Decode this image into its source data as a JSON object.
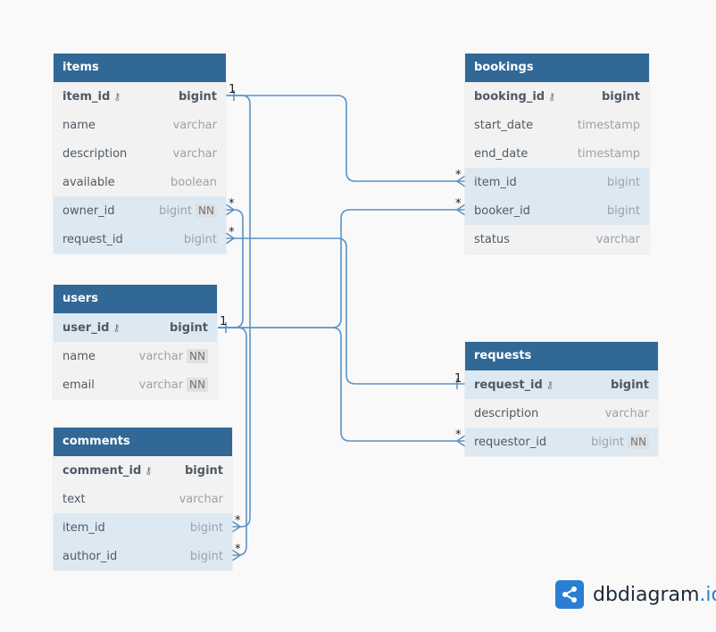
{
  "tables": {
    "items": {
      "name": "items",
      "fields": [
        {
          "name": "item_id",
          "type": "bigint",
          "pk": true
        },
        {
          "name": "name",
          "type": "varchar"
        },
        {
          "name": "description",
          "type": "varchar"
        },
        {
          "name": "available",
          "type": "boolean"
        },
        {
          "name": "owner_id",
          "type": "bigint",
          "nn": "NN"
        },
        {
          "name": "request_id",
          "type": "bigint"
        }
      ]
    },
    "users": {
      "name": "users",
      "fields": [
        {
          "name": "user_id",
          "type": "bigint",
          "pk": true
        },
        {
          "name": "name",
          "type": "varchar",
          "nn": "NN"
        },
        {
          "name": "email",
          "type": "varchar",
          "nn": "NN"
        }
      ]
    },
    "comments": {
      "name": "comments",
      "fields": [
        {
          "name": "comment_id",
          "type": "bigint",
          "pk": true
        },
        {
          "name": "text",
          "type": "varchar"
        },
        {
          "name": "item_id",
          "type": "bigint"
        },
        {
          "name": "author_id",
          "type": "bigint"
        }
      ]
    },
    "bookings": {
      "name": "bookings",
      "fields": [
        {
          "name": "booking_id",
          "type": "bigint",
          "pk": true
        },
        {
          "name": "start_date",
          "type": "timestamp"
        },
        {
          "name": "end_date",
          "type": "timestamp"
        },
        {
          "name": "item_id",
          "type": "bigint"
        },
        {
          "name": "booker_id",
          "type": "bigint"
        },
        {
          "name": "status",
          "type": "varchar"
        }
      ]
    },
    "requests": {
      "name": "requests",
      "fields": [
        {
          "name": "request_id",
          "type": "bigint",
          "pk": true
        },
        {
          "name": "description",
          "type": "varchar"
        },
        {
          "name": "requestor_id",
          "type": "bigint",
          "nn": "NN"
        }
      ]
    }
  },
  "relationships": [
    {
      "from": "items.item_id",
      "to": "bookings.item_id",
      "from_card": "1",
      "to_card": "*"
    },
    {
      "from": "items.item_id",
      "to": "comments.item_id",
      "from_card": "1",
      "to_card": "*"
    },
    {
      "from": "users.user_id",
      "to": "items.owner_id",
      "from_card": "1",
      "to_card": "*"
    },
    {
      "from": "users.user_id",
      "to": "bookings.booker_id",
      "from_card": "1",
      "to_card": "*"
    },
    {
      "from": "users.user_id",
      "to": "requests.requestor_id",
      "from_card": "1",
      "to_card": "*"
    },
    {
      "from": "users.user_id",
      "to": "comments.author_id",
      "from_card": "1",
      "to_card": "*"
    },
    {
      "from": "requests.request_id",
      "to": "items.request_id",
      "from_card": "1",
      "to_card": "*"
    }
  ],
  "line_color": "#5b93c4",
  "header_color": "#316896",
  "branding": {
    "name": "dbdiagram",
    "tld": ".io",
    "icon": "share-nodes-icon"
  }
}
